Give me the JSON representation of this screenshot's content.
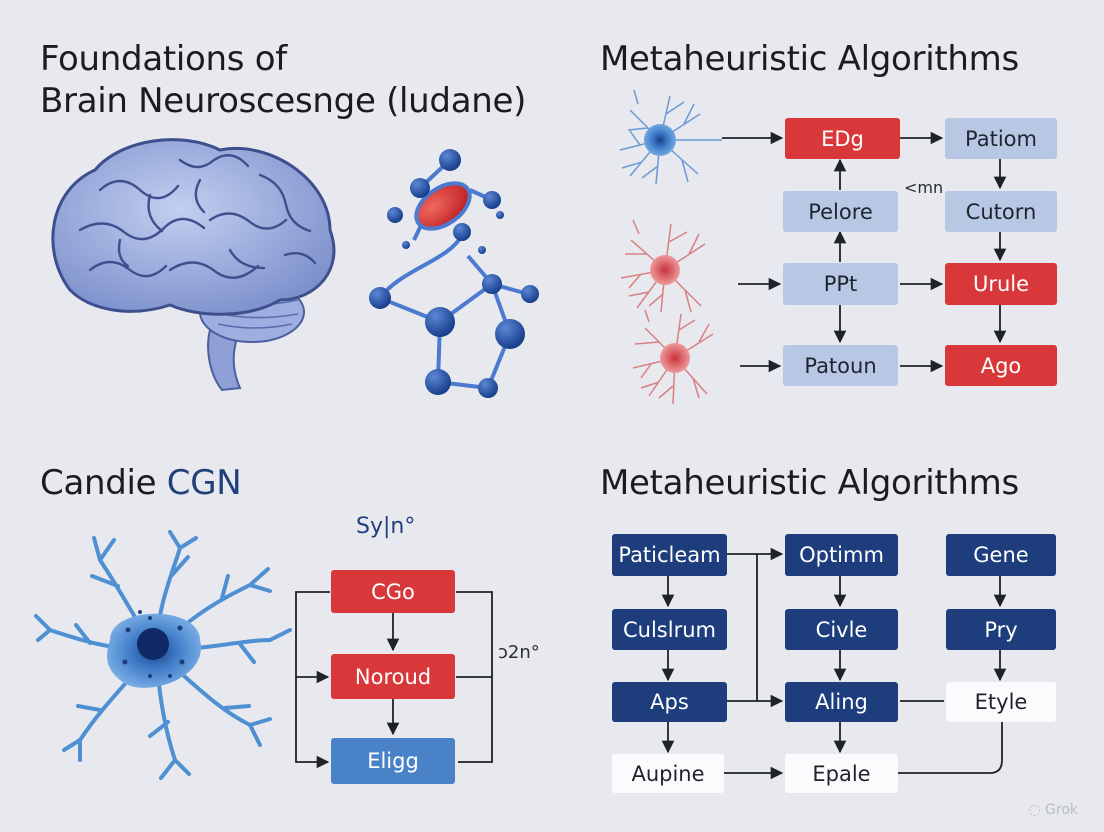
{
  "titles": {
    "top_left_line1": "Foundations of",
    "top_left_line2": "Brain Neuroscesnge (ludane)",
    "top_right": "Metaheuristic Algorithms",
    "bottom_left_prefix": "Candie ",
    "bottom_left_accent": "CGN",
    "bottom_right": "Metaheuristic Algorithms"
  },
  "labels": {
    "mn_note": "<mn",
    "syn": "Sy|n°",
    "two_n": "ↄ2n°"
  },
  "top_flow": {
    "edg": "EDg",
    "patiom": "Patiom",
    "pelore": "Pelore",
    "cutorn": "Cutorn",
    "ppt": "PPt",
    "urule": "Urule",
    "patoun": "Patoun",
    "ago": "Ago"
  },
  "cgn_flow": {
    "cgo": "CGo",
    "noroud": "Noroud",
    "eligg": "Eligg"
  },
  "algo_flow": {
    "paticleam": "Paticleam",
    "optimm": "Optimm",
    "gene": "Gene",
    "culslrum": "Culslrum",
    "civle": "Civle",
    "pry": "Pry",
    "aps": "Aps",
    "aling": "Aling",
    "etyle": "Etyle",
    "aupine": "Aupine",
    "epale": "Epale"
  },
  "watermark": "Grok",
  "colors": {
    "background": "#e7e9ee",
    "light_blue_box": "#b8c7e3",
    "red_box": "#d8383a",
    "navy_box": "#1d3d7c",
    "medium_blue_box": "#4a82c8",
    "white_box": "#fbfbfd",
    "brain": "#7f93cf",
    "molecule_blue": "#1f4fa0",
    "molecule_red": "#d83a3a",
    "neuron_blue": "#4f8fd3",
    "neuron_red": "#d96a6a"
  },
  "icons": [
    "brain-illustration",
    "molecule-icon",
    "neuron-blue-icon",
    "neuron-red-icon",
    "large-neuron-icon"
  ]
}
